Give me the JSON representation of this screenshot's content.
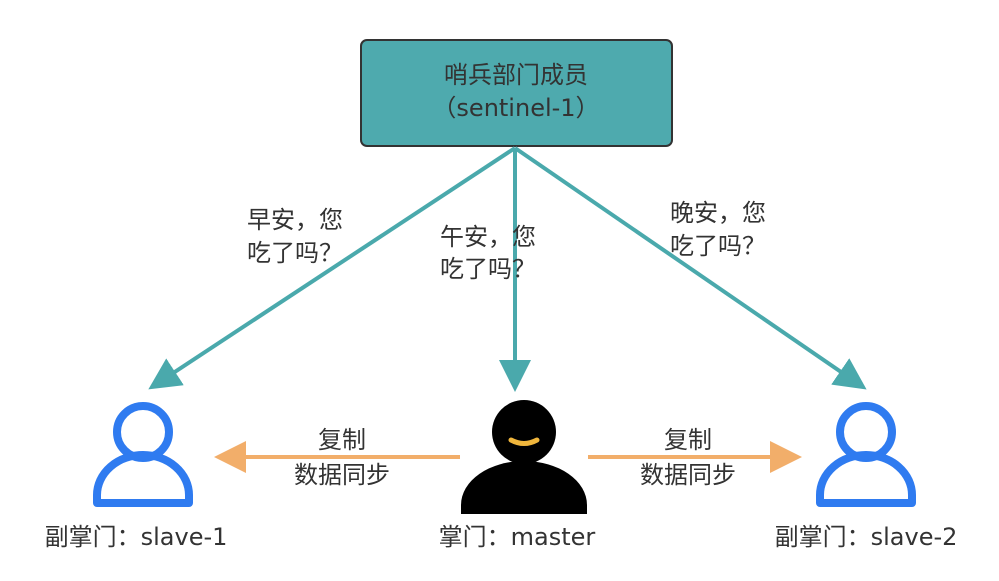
{
  "sentinel": {
    "title": "哨兵部门成员",
    "subtitle": "（sentinel-1）"
  },
  "greetings": {
    "left": {
      "line1": "早安，您",
      "line2": "吃了吗？"
    },
    "middle": {
      "line1": "午安，您",
      "line2": "吃了吗？"
    },
    "right": {
      "line1": "晚安，您",
      "line2": "吃了吗？"
    }
  },
  "replication": {
    "left": {
      "line1": "复制",
      "line2": "数据同步"
    },
    "right": {
      "line1": "复制",
      "line2": "数据同步"
    }
  },
  "nodes": {
    "slave1": "副掌门：slave-1",
    "master": "掌门：master",
    "slave2": "副掌门：slave-2"
  },
  "colors": {
    "sentinel_fill": "#4EAAAE",
    "teal_arrow": "#4AA9AC",
    "orange_arrow": "#F2AE6A",
    "slave_blue": "#2F7BF0",
    "master_black": "#000000",
    "smile": "#F0B63C"
  }
}
